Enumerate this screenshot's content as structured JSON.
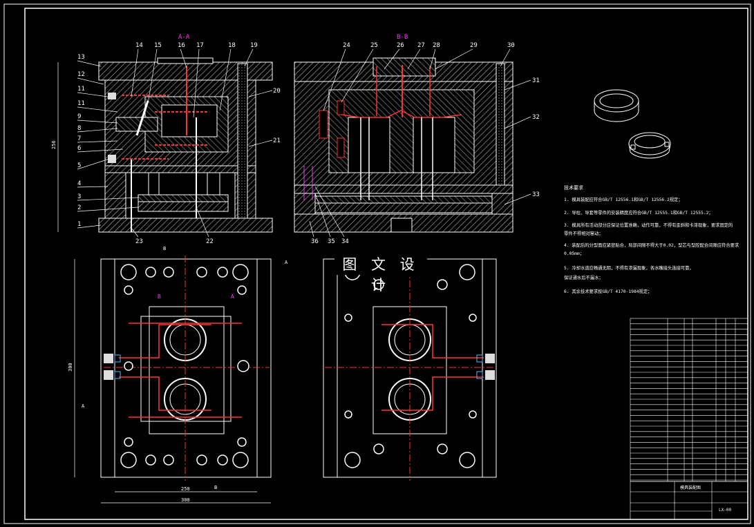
{
  "drawing": {
    "overlay_title": "图 文 设 计",
    "section_labels": {
      "aa": "A-A",
      "bb": "B-B",
      "b_marker_top": "B",
      "b_marker_bottom": "B",
      "a_marker_left": "A",
      "a_marker_right": "A"
    },
    "dimensions": {
      "left_height": "256",
      "plan_height": "300",
      "plan_width_inner": "250",
      "plan_width_outer": "300"
    },
    "left_callouts": [
      "13",
      "12",
      "11",
      "11",
      "9",
      "8",
      "7",
      "6",
      "5",
      "4",
      "3",
      "2",
      "1"
    ],
    "top_callouts_left": [
      "14",
      "15",
      "16",
      "17",
      "18",
      "19"
    ],
    "right_callouts_left": [
      "20",
      "21"
    ],
    "bottom_callouts_left": [
      "23",
      "22"
    ],
    "top_callouts_right": [
      "24",
      "25",
      "26",
      "27",
      "28",
      "29",
      "30"
    ],
    "right_callouts_right": [
      "31",
      "32",
      "33"
    ],
    "bottom_callouts_right": [
      "36",
      "35",
      "34"
    ],
    "notes_title": "技术要求",
    "notes": [
      "1. 模具装配应符合GB/T 12556.1和GB/T 12556.2规定；",
      "2. 导柱、导套等零件的安装精度应符合GB/T 12555.1和GB/T 12555.2；",
      "3. 模具所有活动部分应保证位置准确，动作可靠，不得有歪斜和卡滞现象，要求固定的",
      "   零件不得相对窜动；",
      "4. 装配后的分型面应紧密贴合，局部间隙不得大于0.02，型芯与型腔配合间隙应符合要求",
      "   0.05mm；",
      "5. 冷却水道应畅通无阻，不得有渗漏现象，各水嘴接头连接可靠，",
      "   保证通水后不漏水；",
      "6. 其余技术要求按GB/T 4170-1984规定；"
    ],
    "title_block": {
      "drawing_title": "模具装配图",
      "drawing_no": "LX-00"
    }
  }
}
